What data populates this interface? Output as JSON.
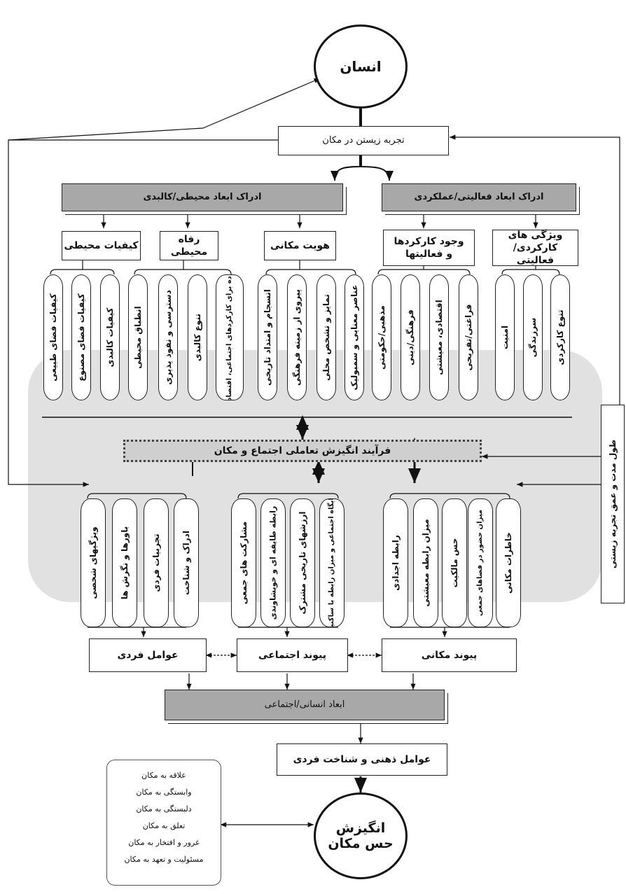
{
  "top_circle": "انسان",
  "experience": "تجربه زیستن در مکان",
  "perception_physical": "ادراک ابعاد محیطی/کالبدی",
  "perception_functional": "ادراک ابعاد فعالیتی/عملکردی",
  "sub": {
    "env_quality": "کیفیات محیطی",
    "env_welfare": "رفاه محیطی",
    "place_identity": "هویت مکانی",
    "functions": "وجود کارکردها و فعالیتها",
    "func_features": "ویژگی های کارکردی/ فعالیتی"
  },
  "pills_top": [
    "کیفیات فضای طبیعی",
    "کیفیات فضای مصنوع",
    "کیفیات کالبدی",
    "انطباق محیطی",
    "دسترسی و نفوذ پذیری",
    "تنوع کالبدی",
    "محیط پاسخ ده برای کارکردهای اجتماعی، اقتصادی، معیشتی",
    "انسجام و امتداد تاریخی",
    "پیروی از زمینه فرهنگی",
    "تمایز و تشخص محلی",
    "عناصر معنایی و سمبولیک",
    "مذهبی/حکومتی",
    "فرهنگی/دینی",
    "اقتصادی، معیشتی",
    "فراغتی/تفریحی",
    "امنیت",
    "سرزندگی",
    "تنوع کارکردی"
  ],
  "process": "فرآیند انگیزش تعاملی اجتماع و مکان",
  "duration": "طول مدت و عمق تجربه زیستی",
  "pills_bottom": [
    "ویژگیهای شخصی",
    "باورها و نگرش ها",
    "تجربیات فردی",
    "ادراک و شناخت",
    "مشارکت های جمعی",
    "رابطه طایفه ای و خویشاوندی",
    "ارزشهای تاریخی مشترک",
    "جایگاه اجتماعی و میزان رابطه با ساکنین",
    "رابطه اجدادی",
    "میزان رابطه معیشتی",
    "حس مالکیت",
    "میزان حضور در فضاهای جمعی",
    "خاطرات مکانی"
  ],
  "individual": "عوامل فردی",
  "social_bond": "پیوند اجتماعی",
  "place_bond": "پیوند مکانی",
  "human_social": "ابعاد انسانی/اجتماعی",
  "mental": "عوامل ذهنی و شناخت فردی",
  "bottom_circle": [
    "انگیزش",
    "حس مکان"
  ],
  "notes": [
    "علاقه به مکان",
    "وابستگی به مکان",
    "دلبستگی به مکان",
    "تعلق به مکان",
    "غرور و افتخار به مکان",
    "مسئولیت و تعهد به مکان"
  ]
}
